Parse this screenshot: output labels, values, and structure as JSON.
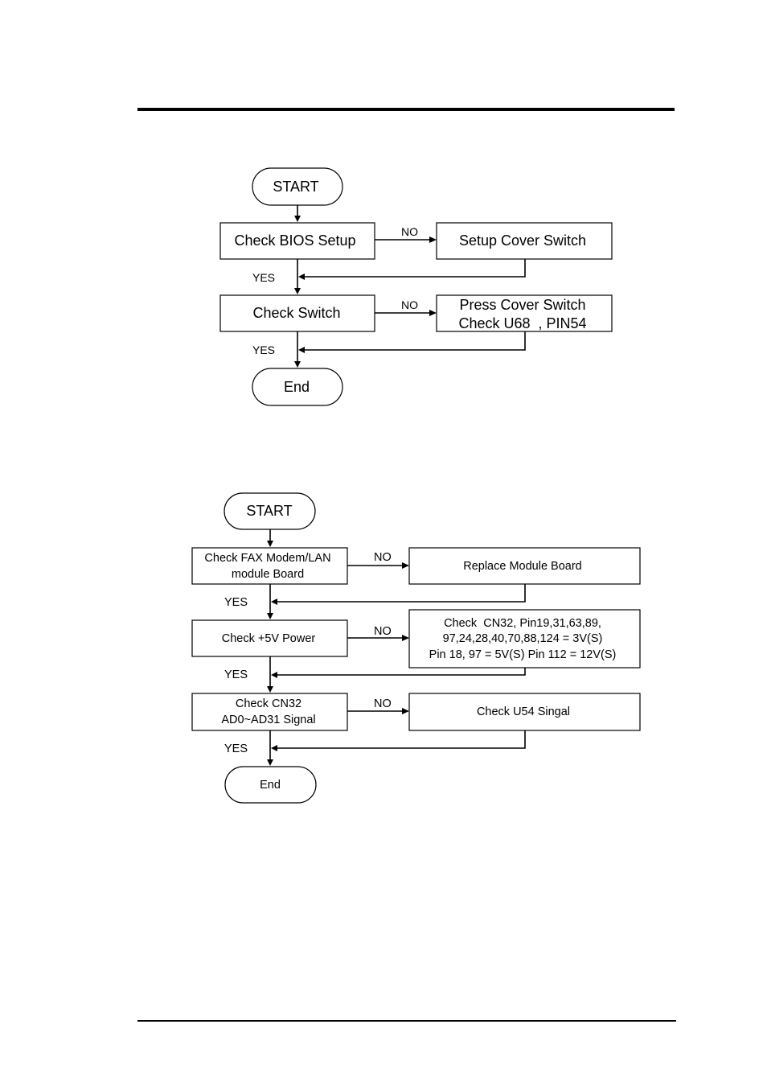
{
  "flowchart1": {
    "start": "START",
    "check_bios": "Check BIOS Setup",
    "setup_cover": "Setup Cover Switch",
    "check_switch": "Check Switch",
    "press_cover_line1": "Press Cover Switch",
    "press_cover_line2": "Check U68  , PIN54",
    "end": "End",
    "no_label": "NO",
    "yes_label": "YES"
  },
  "flowchart2": {
    "start": "START",
    "check_fax_line1": "Check FAX Modem/LAN",
    "check_fax_line2": "module Board",
    "replace_module": "Replace Module Board",
    "check_5v": "Check +5V Power",
    "check_cn32_pins_line1": "Check  CN32, Pin19,31,63,89,",
    "check_cn32_pins_line2": "97,24,28,40,70,88,124 = 3V(S)",
    "check_cn32_pins_line3": "Pin 18, 97 = 5V(S) Pin 112 = 12V(S)",
    "check_cn32_signal_line1": "Check CN32",
    "check_cn32_signal_line2": "AD0~AD31 Signal",
    "check_u54": "Check U54 Singal",
    "end": "End",
    "no_label": "NO",
    "yes_label": "YES"
  }
}
